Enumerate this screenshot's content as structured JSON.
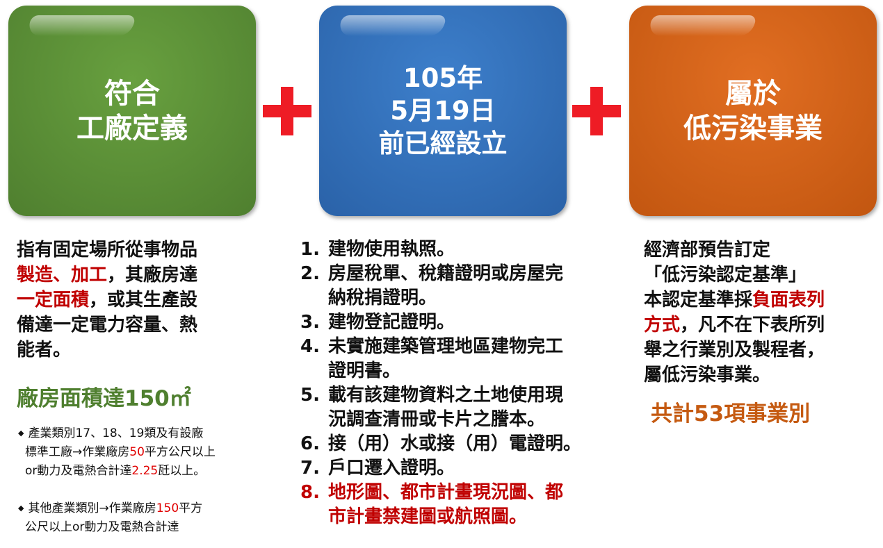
{
  "boxes": {
    "left": {
      "line1": "符合",
      "line2": "工廠定義",
      "color": "#5a8c37"
    },
    "middle": {
      "line1": "105年",
      "line2": "5月19日",
      "line3": "前已經設立",
      "color": "#2e6cb5"
    },
    "right": {
      "line1": "屬於",
      "line2": "低污染事業",
      "color": "#d1601a"
    }
  },
  "left_col": {
    "p1": "指有固定場所從事物品",
    "p2_red": "製造、加工",
    "p2_rest": "，其廠房達",
    "p3_red": "一定面積",
    "p3_rest": "，或其生產設",
    "p4": "備達一定電力容量、熱",
    "p5": "能者。",
    "area": "廠房面積達150㎡",
    "note1_a": "產業類別17、18、19類及有設廠",
    "note1_b": "標準工廠→作業廠房",
    "note1_b_red": "50",
    "note1_b_rest": "平方公尺以上",
    "note1_c": "or動力及電熱合計達",
    "note1_c_red": "2.25",
    "note1_c_rest": "瓩以上。",
    "note2_a": "其他產業類別→作業廠房",
    "note2_a_red": "150",
    "note2_a_rest": "平方",
    "note2_b": "公尺以上or動力及電熱合計達"
  },
  "middle_list": [
    {
      "num": "1.",
      "l1": "建物使用執照。",
      "l2": ""
    },
    {
      "num": "2.",
      "l1": "房屋稅單、稅籍證明或房屋完",
      "l2": "納稅捐證明。"
    },
    {
      "num": "3.",
      "l1": "建物登記證明。",
      "l2": ""
    },
    {
      "num": "4.",
      "l1": "未實施建築管理地區建物完工",
      "l2": "證明書。"
    },
    {
      "num": "5.",
      "l1": "載有該建物資料之土地使用現",
      "l2": "況調查清冊或卡片之謄本。"
    },
    {
      "num": "6.",
      "l1": "接（用）水或接（用）電證明。",
      "l2": ""
    },
    {
      "num": "7.",
      "l1": "戶口遷入證明。",
      "l2": ""
    },
    {
      "num": "8.",
      "l1": "地形圖、都市計畫現況圖、都",
      "l2": "市計畫禁建圖或航照圖。"
    }
  ],
  "right_col": {
    "p1": "經濟部預告訂定",
    "p2": "「低污染認定基準」",
    "p3": "本認定基準採",
    "p3_red": "負面表列",
    "p4_red": "方式",
    "p4_rest": "，凡不在下表所列",
    "p5": "舉之行業別及製程者，",
    "p6": "屬低污染事業。",
    "total": "共計53項事業別"
  }
}
